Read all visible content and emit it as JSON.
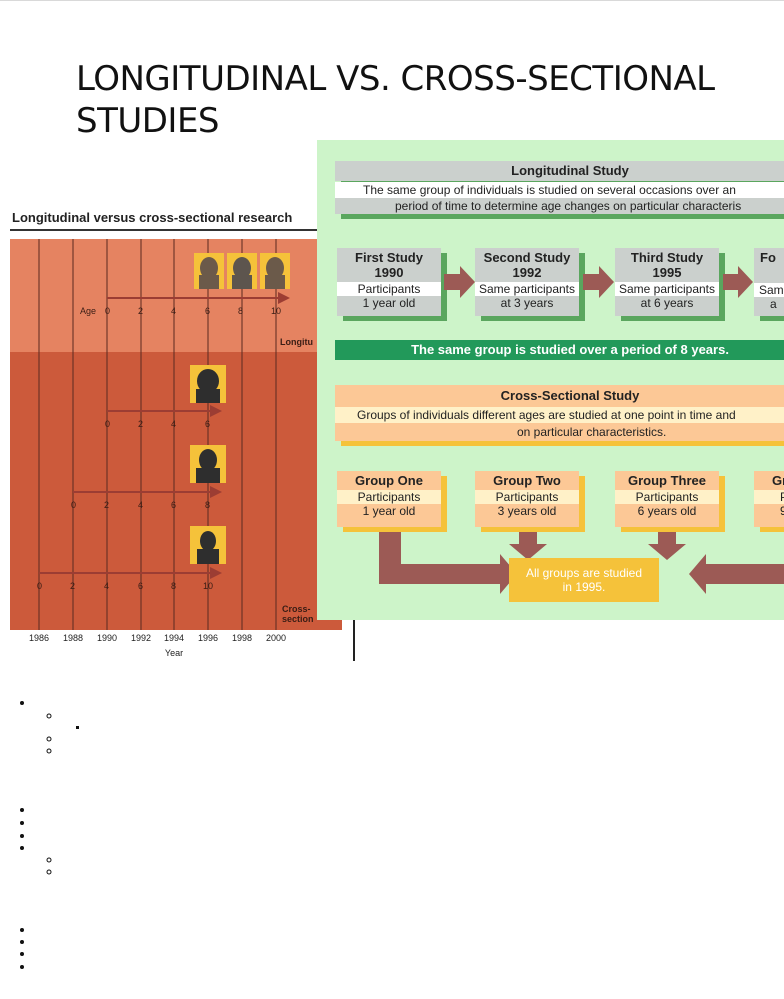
{
  "slide": {
    "title": "LONGITUDINAL VS. CROSS-SECTIONAL STUDIES"
  },
  "left_figure": {
    "title": "Longitudinal versus cross-sectional research",
    "age_label": "Age",
    "longitudinal_label": "Longitu",
    "cross_label_1": "Cross-",
    "cross_label_2": "section",
    "year_label": "Year",
    "years": [
      "1986",
      "1988",
      "1990",
      "1992",
      "1994",
      "1996",
      "1998",
      "2000"
    ],
    "age_rows": [
      [
        "0",
        "2",
        "4",
        "6",
        "8",
        "10"
      ],
      [
        "0",
        "2",
        "4",
        "6"
      ],
      [
        "0",
        "2",
        "4",
        "6",
        "8"
      ],
      [
        "0",
        "2",
        "4",
        "6",
        "8",
        "10"
      ]
    ],
    "colors": {
      "upper_band": "#e58361",
      "lower_band": "#cc5a3b",
      "arrow": "#9c3d33",
      "portrait_bg": "#f5c23a"
    }
  },
  "right_panel": {
    "longitudinal": {
      "title": "Longitudinal Study",
      "desc_line1": "The same group of individuals is studied on several occasions over an",
      "desc_line2": "period of time to determine age changes on particular characteris",
      "studies": [
        {
          "title_line1": "First Study",
          "title_line2": "1990",
          "text_line1": "Participants",
          "text_line2": "1 year old"
        },
        {
          "title_line1": "Second Study",
          "title_line2": "1992",
          "text_line1": "Same participants",
          "text_line2": "at 3 years"
        },
        {
          "title_line1": "Third Study",
          "title_line2": "1995",
          "text_line1": "Same participants",
          "text_line2": "at 6 years"
        },
        {
          "title_line1": "Fo",
          "title_line2": "",
          "text_line1": "Sam",
          "text_line2": "a"
        }
      ],
      "banner": "The same group is studied over a period of 8 years."
    },
    "cross_sectional": {
      "title": "Cross-Sectional Study",
      "desc_line1": "Groups of individuals different ages are studied at one point in time and",
      "desc_line2": "on particular characteristics.",
      "groups": [
        {
          "title": "Group One",
          "text_line1": "Participants",
          "text_line2": "1 year old"
        },
        {
          "title": "Group Two",
          "text_line1": "Participants",
          "text_line2": "3 years old"
        },
        {
          "title": "Group Three",
          "text_line1": "Participants",
          "text_line2": "6 years old"
        },
        {
          "title": "Gr",
          "text_line1": "P",
          "text_line2": "9"
        }
      ],
      "result_line1": "All groups are studied",
      "result_line2": "in 1995."
    },
    "colors": {
      "background": "#cdf4c9",
      "green_banner": "#22995a",
      "arrow_brown": "#9c5a55",
      "gold": "#f5c23a"
    }
  }
}
